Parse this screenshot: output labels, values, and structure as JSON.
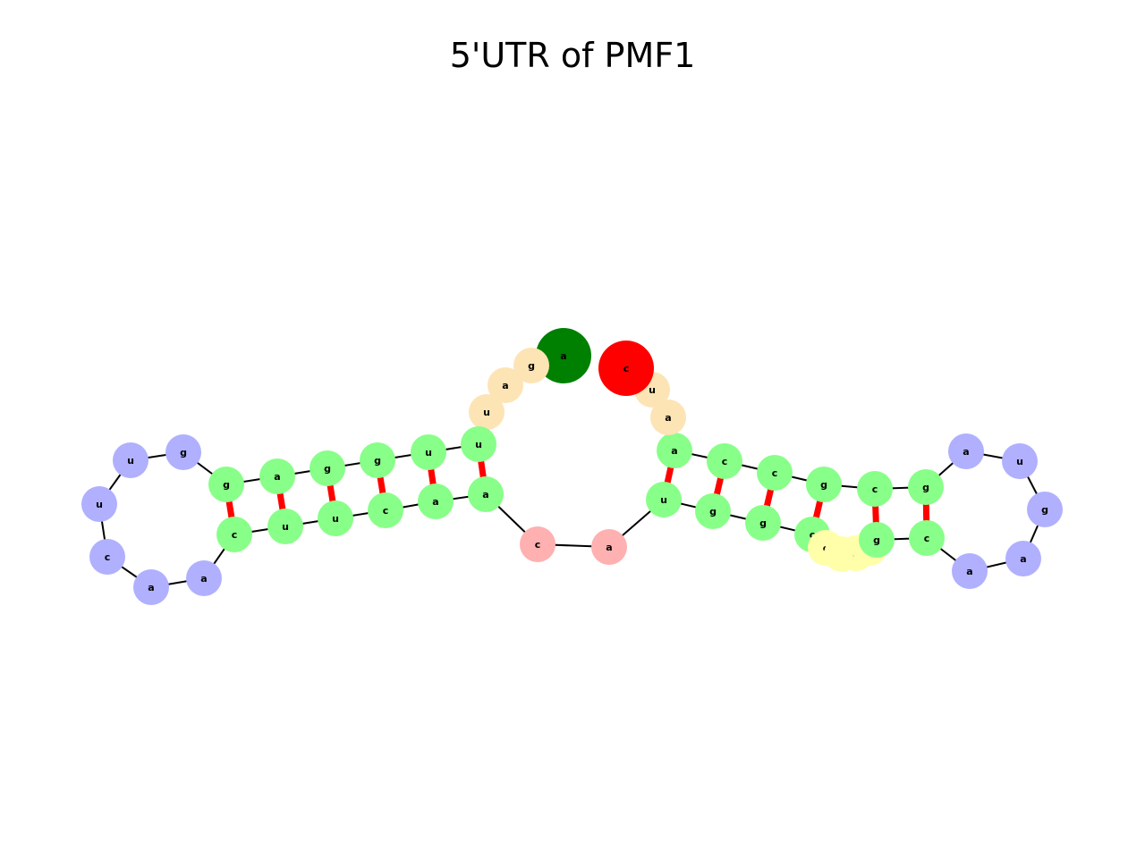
{
  "title": "5'UTR of PMF1",
  "colors": {
    "stem": "#88ff88",
    "hairpin": "#b0b0ff",
    "exterior": "#ffb0b0",
    "multiloop": "#fde4b5",
    "internal": "#ffffaa",
    "start": "#008000",
    "end": "#ff0000",
    "pair": "#ff0000",
    "backbone": "#000000"
  },
  "nucleotides": [
    {
      "id": 1,
      "base": "a",
      "type": "start"
    },
    {
      "id": 2,
      "base": "g",
      "type": "multiloop"
    },
    {
      "id": 3,
      "base": "a",
      "type": "multiloop"
    },
    {
      "id": 4,
      "base": "u",
      "type": "multiloop"
    },
    {
      "id": 5,
      "base": "u",
      "type": "stem"
    },
    {
      "id": 6,
      "base": "u",
      "type": "stem"
    },
    {
      "id": 7,
      "base": "g",
      "type": "stem"
    },
    {
      "id": 8,
      "base": "g",
      "type": "stem"
    },
    {
      "id": 9,
      "base": "a",
      "type": "stem"
    },
    {
      "id": 10,
      "base": "g",
      "type": "stem"
    },
    {
      "id": 11,
      "base": "g",
      "type": "hairpin"
    },
    {
      "id": 12,
      "base": "u",
      "type": "hairpin"
    },
    {
      "id": 13,
      "base": "u",
      "type": "hairpin"
    },
    {
      "id": 14,
      "base": "c",
      "type": "hairpin"
    },
    {
      "id": 15,
      "base": "a",
      "type": "hairpin"
    },
    {
      "id": 16,
      "base": "a",
      "type": "hairpin"
    },
    {
      "id": 17,
      "base": "c",
      "type": "stem"
    },
    {
      "id": 18,
      "base": "u",
      "type": "stem"
    },
    {
      "id": 19,
      "base": "u",
      "type": "stem"
    },
    {
      "id": 20,
      "base": "c",
      "type": "stem"
    },
    {
      "id": 21,
      "base": "a",
      "type": "stem"
    },
    {
      "id": 22,
      "base": "a",
      "type": "stem"
    },
    {
      "id": 23,
      "base": "c",
      "type": "exterior"
    },
    {
      "id": 24,
      "base": "a",
      "type": "exterior"
    },
    {
      "id": 25,
      "base": "u",
      "type": "stem"
    },
    {
      "id": 26,
      "base": "g",
      "type": "stem"
    },
    {
      "id": 27,
      "base": "g",
      "type": "stem"
    },
    {
      "id": 28,
      "base": "c",
      "type": "stem"
    },
    {
      "id": 29,
      "base": "c",
      "type": "internal"
    },
    {
      "id": 30,
      "base": "g",
      "type": "internal"
    },
    {
      "id": 31,
      "base": "a",
      "type": "internal"
    },
    {
      "id": 32,
      "base": "a",
      "type": "internal"
    },
    {
      "id": 33,
      "base": "g",
      "type": "stem"
    },
    {
      "id": 34,
      "base": "c",
      "type": "stem"
    },
    {
      "id": 35,
      "base": "a",
      "type": "hairpin"
    },
    {
      "id": 36,
      "base": "a",
      "type": "hairpin"
    },
    {
      "id": 37,
      "base": "g",
      "type": "hairpin"
    },
    {
      "id": 38,
      "base": "u",
      "type": "hairpin"
    },
    {
      "id": 39,
      "base": "a",
      "type": "hairpin"
    },
    {
      "id": 40,
      "base": "g",
      "type": "stem"
    },
    {
      "id": 41,
      "base": "c",
      "type": "stem"
    },
    {
      "id": 42,
      "base": "g",
      "type": "stem"
    },
    {
      "id": 43,
      "base": "c",
      "type": "stem"
    },
    {
      "id": 44,
      "base": "c",
      "type": "stem"
    },
    {
      "id": 45,
      "base": "a",
      "type": "stem"
    },
    {
      "id": 46,
      "base": "a",
      "type": "multiloop"
    },
    {
      "id": 47,
      "base": "u",
      "type": "multiloop"
    },
    {
      "id": 48,
      "base": "c",
      "type": "end"
    }
  ],
  "pairs": [
    [
      5,
      22
    ],
    [
      6,
      21
    ],
    [
      7,
      20
    ],
    [
      8,
      19
    ],
    [
      9,
      18
    ],
    [
      10,
      17
    ],
    [
      25,
      45
    ],
    [
      26,
      44
    ],
    [
      27,
      43
    ],
    [
      28,
      42
    ],
    [
      33,
      41
    ],
    [
      34,
      40
    ]
  ]
}
